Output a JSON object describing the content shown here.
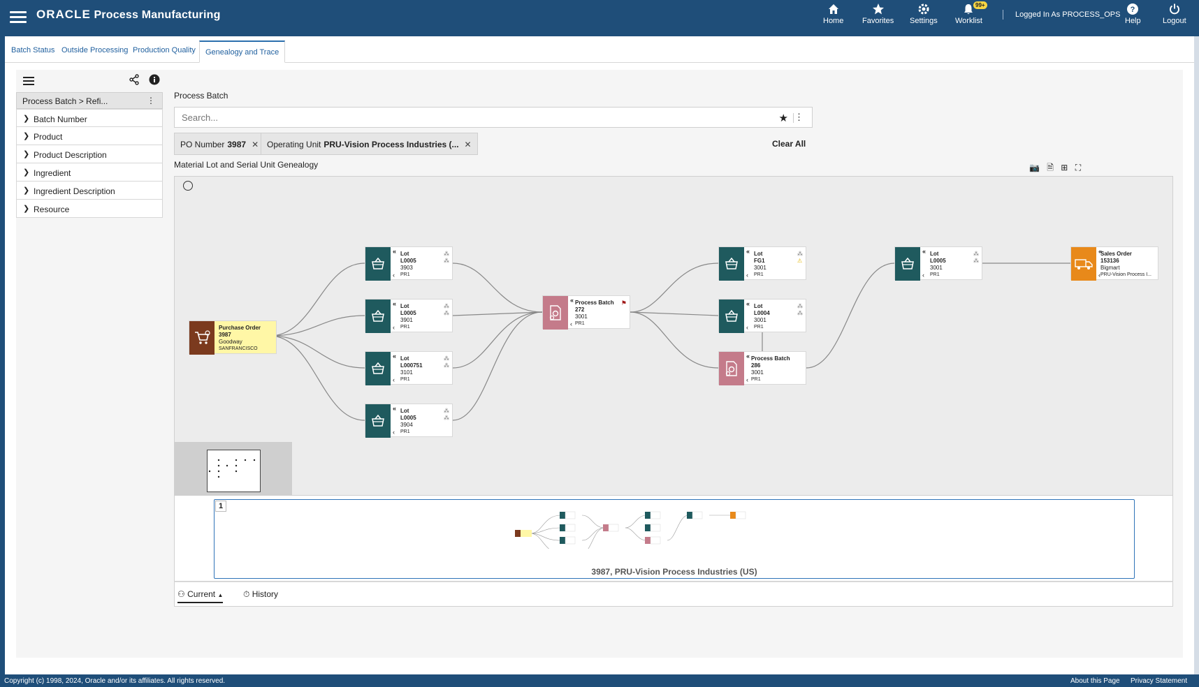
{
  "header": {
    "brand_oracle": "ORACLE",
    "brand_app": "Process Manufacturing",
    "nav": {
      "home": "Home",
      "favorites": "Favorites",
      "settings": "Settings",
      "worklist": "Worklist",
      "worklist_badge": "99+",
      "logged_in": "Logged In As PROCESS_OPS",
      "help": "Help",
      "logout": "Logout"
    }
  },
  "tabs": [
    "Batch Status",
    "Outside Processing",
    "Production Quality",
    "Genealogy and Trace"
  ],
  "left_panel": {
    "breadcrumb": "Process Batch > Refi...",
    "facets": [
      "Batch Number",
      "Product",
      "Product Description",
      "Ingredient",
      "Ingredient Description",
      "Resource"
    ]
  },
  "search": {
    "section_title": "Process Batch",
    "placeholder": "Search...",
    "chips": [
      {
        "label": "PO Number",
        "value": "3987"
      },
      {
        "label": "Operating Unit",
        "value": "PRU-Vision Process Industries (..."
      }
    ],
    "clear_all": "Clear All"
  },
  "graph": {
    "title": "Material Lot and Serial Unit Genealogy",
    "nodes": {
      "po": {
        "type": "Purchase Order",
        "id": "3987",
        "l3": "Goodway",
        "l4": "SANFRANCISCO"
      },
      "lot1": {
        "type": "Lot",
        "id": "L0005",
        "l3": "3903",
        "l4": "PR1"
      },
      "lot2": {
        "type": "Lot",
        "id": "L0005",
        "l3": "3901",
        "l4": "PR1"
      },
      "lot3": {
        "type": "Lot",
        "id": "L000751",
        "l3": "3101",
        "l4": "PR1"
      },
      "lot4": {
        "type": "Lot",
        "id": "L0005",
        "l3": "3904",
        "l4": "PR1"
      },
      "pb1": {
        "type": "Process Batch",
        "id": "272",
        "l3": "3001",
        "l4": "PR1"
      },
      "lot5": {
        "type": "Lot",
        "id": "FG1",
        "l3": "3001",
        "l4": "PR1"
      },
      "lot6": {
        "type": "Lot",
        "id": "L0004",
        "l3": "3001",
        "l4": "PR1"
      },
      "pb2": {
        "type": "Process Batch",
        "id": "286",
        "l3": "3001",
        "l4": "PR1"
      },
      "lot7": {
        "type": "Lot",
        "id": "L0005",
        "l3": "3001",
        "l4": "PR1"
      },
      "so": {
        "type": "Sales Order",
        "id": "153136",
        "l3": "Bigmart",
        "l4": "PRU-Vision Process I..."
      }
    }
  },
  "strip": {
    "card_number": "1",
    "caption": "3987, PRU-Vision Process Industries (US)"
  },
  "bottom_tabs": {
    "current": "Current",
    "history": "History"
  },
  "footer": {
    "copyright": "Copyright (c) 1998, 2024, Oracle and/or its affiliates. All rights reserved.",
    "about": "About this Page",
    "privacy": "Privacy Statement"
  },
  "colors": {
    "header_bg": "#1f4e79",
    "lot_icon": "#1f5a5e",
    "batch_icon": "#c47b8a",
    "po_icon": "#7b3a1e",
    "po_bg": "#fff7a6",
    "so_icon": "#e8891a"
  }
}
